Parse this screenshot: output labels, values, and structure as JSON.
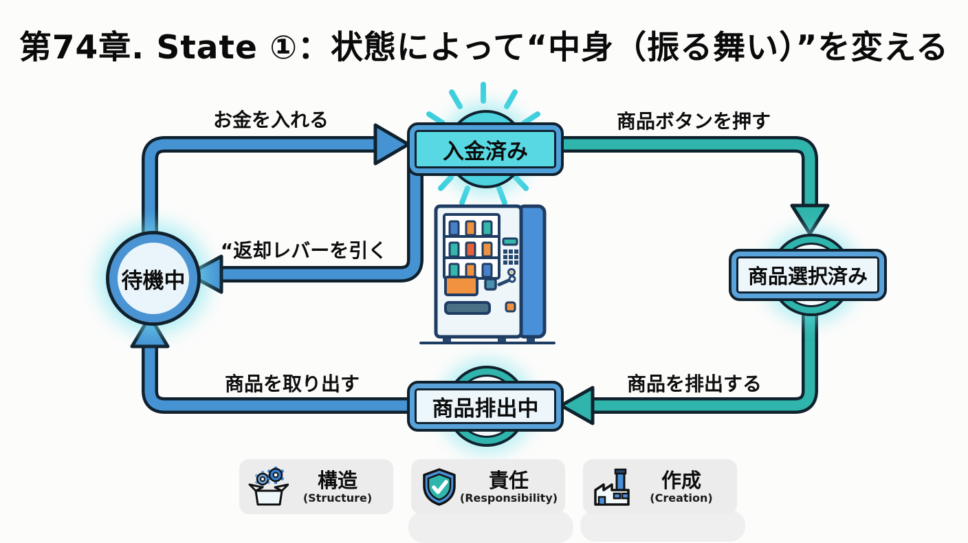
{
  "slide": {
    "title": "第74章. State ①：状態によって“中身（振る舞い）”を変える"
  },
  "diagram": {
    "states": {
      "idle": {
        "label": "待機中",
        "shape": "circle",
        "highlighted": false
      },
      "deposited": {
        "label": "入金済み",
        "shape": "rounded-box",
        "highlighted": true
      },
      "selected": {
        "label": "商品選択済み",
        "shape": "rounded-box",
        "highlighted": false
      },
      "dispensing": {
        "label": "商品排出中",
        "shape": "rounded-box",
        "highlighted": false
      }
    },
    "transitions": {
      "insert_money": {
        "label": "お金を入れる",
        "from": "待機中",
        "to": "入金済み"
      },
      "press_button": {
        "label": "商品ボタンを押す",
        "from": "入金済み",
        "to": "商品選択済み"
      },
      "pull_return_lever": {
        "label": "“返却レバーを引く",
        "from": "入金済み",
        "to": "待機中"
      },
      "dispense_product": {
        "label": "商品を排出する",
        "from": "商品選択済み",
        "to": "商品排出中"
      },
      "take_product": {
        "label": "商品を取り出す",
        "from": "商品排出中",
        "to": "待機中"
      }
    },
    "center_illustration": "vending-machine"
  },
  "badges": [
    {
      "jp": "構造",
      "en": "(Structure)",
      "icon": "box-gears-icon"
    },
    {
      "jp": "責任",
      "en": "(Responsibility)",
      "icon": "shield-check-icon"
    },
    {
      "jp": "作成",
      "en": "(Creation)",
      "icon": "factory-icon"
    }
  ],
  "colors": {
    "background": "#fcfcfb",
    "arrow_blue": "#4693d3",
    "arrow_teal": "#2fb5ab",
    "state_cyan_fill": "#57d8e2",
    "state_light_fill": "#ecf6fb",
    "ring_blue": "#4a94d4",
    "ring_teal": "#2fb5ab",
    "outline_dark": "#10212e",
    "glow_cyan": "#8ee7ef",
    "badge_background": "#ececec",
    "label_text": "#111111"
  }
}
